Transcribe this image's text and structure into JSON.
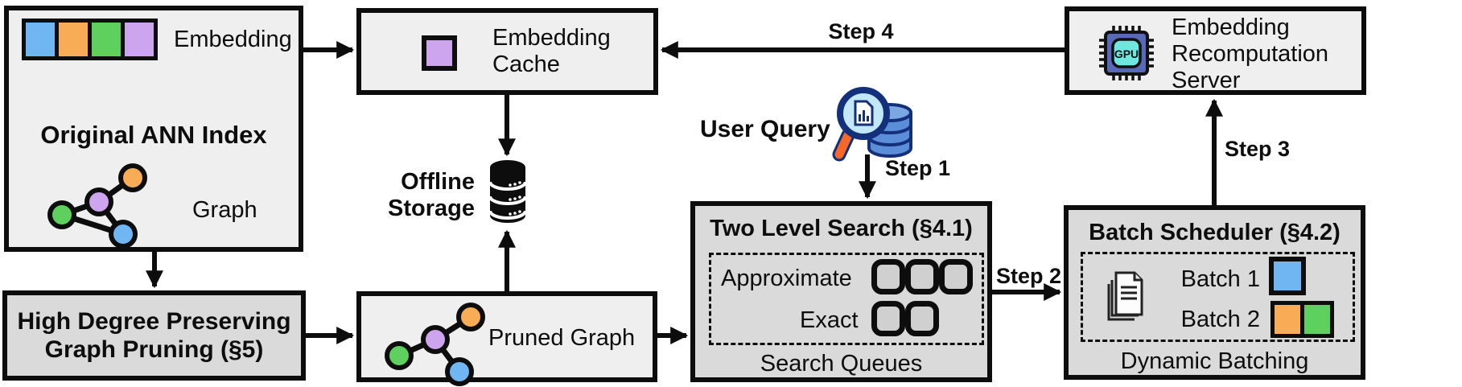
{
  "palette": {
    "blue": "#6fb6f3",
    "orange": "#f7ac55",
    "green": "#5ed05e",
    "purple": "#cca5ee"
  },
  "ann_index": {
    "title": "Original ANN Index",
    "embedding_label": "Embedding",
    "graph_label": "Graph"
  },
  "embedding_cache": {
    "label": "Embedding Cache"
  },
  "offline_storage": {
    "label": "Offline Storage"
  },
  "pruned_graph": {
    "label": "Pruned Graph"
  },
  "graph_pruning": {
    "label": "High Degree Preserving Graph Pruning (§5)"
  },
  "user_query": {
    "label": "User Query"
  },
  "two_level_search": {
    "title": "Two Level Search (§4.1)",
    "approximate_label": "Approximate",
    "exact_label": "Exact",
    "footer": "Search Queues"
  },
  "batch_scheduler": {
    "title": "Batch Scheduler (§4.2)",
    "batch1_label": "Batch 1",
    "batch2_label": "Batch 2",
    "footer": "Dynamic Batching"
  },
  "recomputation_server": {
    "label": "Embedding Recomputation Server",
    "gpu_label": "GPU"
  },
  "steps": {
    "step1": "Step 1",
    "step2": "Step 2",
    "step3": "Step 3",
    "step4": "Step 4"
  }
}
